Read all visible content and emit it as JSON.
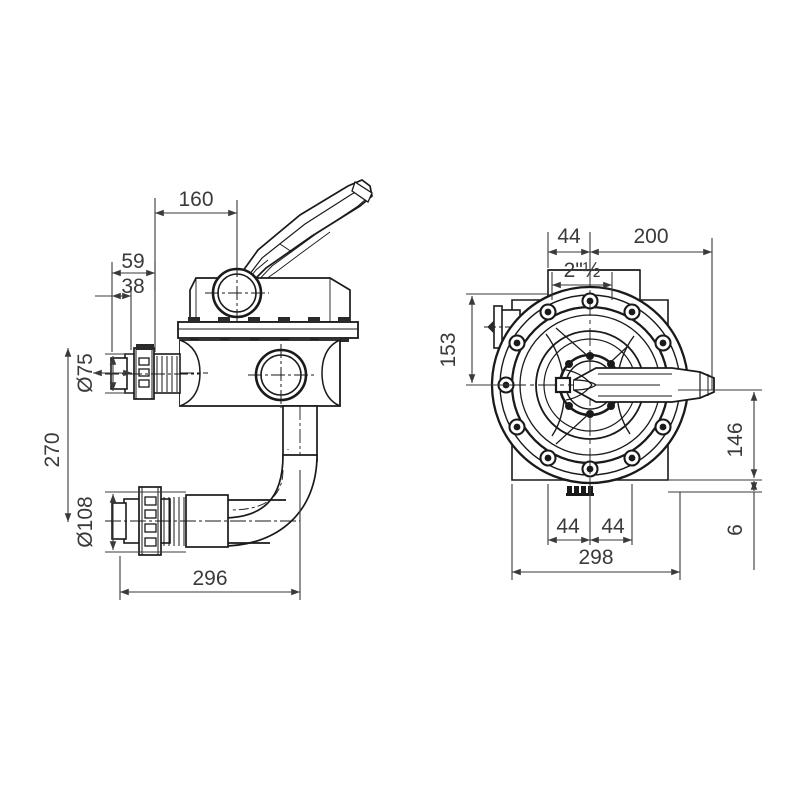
{
  "drawing": {
    "title": "Multiport valve technical drawing",
    "units": "mm",
    "background_color": "#ffffff",
    "line_color": "#1a1a1a",
    "dimension_color": "#3a3a3a"
  },
  "views": [
    {
      "name": "side-view",
      "label": "",
      "components": [
        {
          "name": "lever-handle",
          "label": ""
        },
        {
          "name": "valve-body",
          "label": ""
        },
        {
          "name": "top-port",
          "label": ""
        },
        {
          "name": "side-port",
          "label": ""
        },
        {
          "name": "union-nut-upper",
          "label": ""
        },
        {
          "name": "union-nut-lower",
          "label": ""
        },
        {
          "name": "elbow-pipe",
          "label": ""
        },
        {
          "name": "flange-bolts",
          "label": ""
        }
      ]
    },
    {
      "name": "front-view",
      "label": "",
      "components": [
        {
          "name": "circular-flange",
          "label": ""
        },
        {
          "name": "bolt-circle",
          "label": ""
        },
        {
          "name": "splined-hub",
          "label": ""
        },
        {
          "name": "lever-handle",
          "label": ""
        },
        {
          "name": "side-inlet-port",
          "label": ""
        },
        {
          "name": "drain-plug",
          "label": ""
        }
      ]
    }
  ],
  "dimensions": {
    "side_view": {
      "overall_width_top": "160",
      "offset_59": "59",
      "offset_38": "38",
      "diameter_upper": "Ø75",
      "height_270": "270",
      "diameter_lower": "Ø108",
      "overall_length": "296"
    },
    "front_view": {
      "port_offset_44": "44",
      "width_200": "200",
      "thread_size": "2\"½",
      "height_153": "153",
      "height_146": "146",
      "height_6": "6",
      "base_left_44": "44",
      "base_right_44": "44",
      "overall_width": "298"
    }
  }
}
